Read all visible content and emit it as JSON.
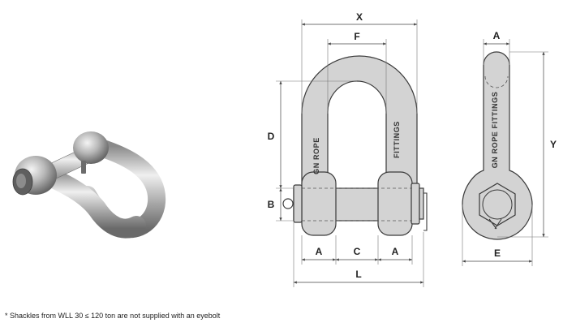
{
  "dimension_labels": {
    "X": "X",
    "F": "F",
    "D": "D",
    "B": "B",
    "A_bottom_left": "A",
    "C": "C",
    "A_bottom_right": "A",
    "L": "L",
    "A_side": "A",
    "Y": "Y",
    "E": "E"
  },
  "brand_text": {
    "front_left_leg": "GN ROPE",
    "front_right_leg": "FITTINGS",
    "side_view": "GN ROPE FITTINGS"
  },
  "footnote": "* Shackles from WLL 30 ≤ 120 ton are not supplied with an eyebolt",
  "colors": {
    "body_fill": "#d3d3d3",
    "outline": "#3a3a3a",
    "dimension_line": "#444444"
  }
}
